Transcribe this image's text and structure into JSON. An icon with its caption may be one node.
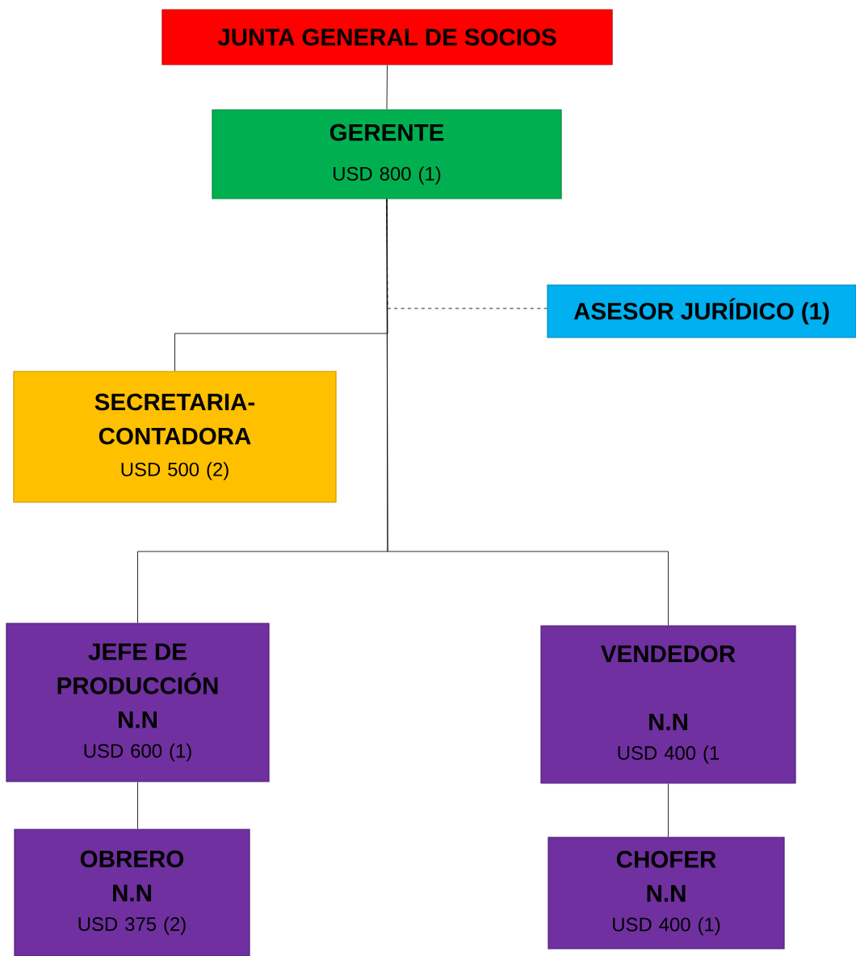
{
  "diagram": {
    "nodes": [
      {
        "text": [
          "JUNTA GENERAL DE SOCIOS"
        ]
      },
      {
        "text": [
          "GERENTE",
          "USD 800 (1)"
        ]
      },
      {
        "text": [
          "ASESOR JURÍDICO (1)"
        ]
      },
      {
        "text": [
          "SECRETARIA- CONTADORA",
          "USD 500 (2)"
        ]
      },
      {
        "text": [
          "JEFE DE PRODUCCIÓN",
          "N.N",
          "USD 600 (1)"
        ]
      },
      {
        "text": [
          "VENDEDOR",
          "N.N",
          "USD 400 (1"
        ]
      },
      {
        "text": [
          "OBRERO",
          "N.N",
          "USD 375 (2)"
        ]
      },
      {
        "text": [
          "CHOFER",
          "N.N",
          "USD 400 (1)"
        ]
      }
    ],
    "edges": [
      {
        "from": 0,
        "to": 1,
        "arrow": "none"
      },
      {
        "from": 1,
        "to": 2,
        "arrow": "none",
        "style": "dashed"
      },
      {
        "from": 1,
        "to": 3,
        "arrow": "none"
      },
      {
        "from": 1,
        "to": 4,
        "arrow": "none"
      },
      {
        "from": 1,
        "to": 5,
        "arrow": "none"
      },
      {
        "from": 4,
        "to": 6,
        "arrow": "none"
      },
      {
        "from": 5,
        "to": 7,
        "arrow": "none"
      }
    ]
  }
}
